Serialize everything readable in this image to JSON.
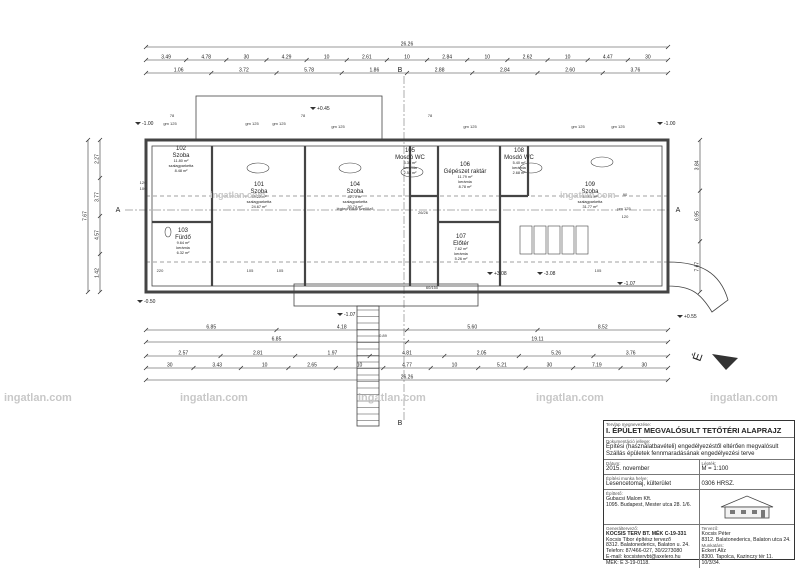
{
  "dims": {
    "top_row1": [
      "3.49",
      "4.78",
      "30",
      "4.29",
      "10",
      "2.61",
      "10",
      "2.84",
      "10",
      "2.62",
      "10",
      "4.47",
      "30"
    ],
    "top_total": "26.26",
    "top_row2": [
      "1.06",
      "3.72",
      "5.78",
      "1.86",
      "2.88",
      "2.84",
      "2.60",
      "3.76"
    ],
    "bottom_row1": [
      "6.85",
      "4.18",
      "5.60",
      "8.52"
    ],
    "bottom_row2": [
      "6.85",
      "19.11"
    ],
    "bottom_row3": [
      "2.57",
      "2.81",
      "1.97",
      "4.81",
      "2.05",
      "5.26",
      "3.76"
    ],
    "bottom_row4": [
      "30",
      "3.43",
      "10",
      "2.65",
      "10",
      "4.77",
      "10",
      "5.21",
      "30",
      "7.19",
      "30"
    ],
    "bottom_total": "26.26",
    "left_side": [
      "2.27",
      "3.77",
      "4.57",
      "1.42"
    ],
    "left_total": "7.67",
    "right_side": [
      "3.84",
      "6.95",
      "7.67"
    ],
    "levels": [
      "+0.45",
      "-1.00",
      "-1.00",
      "-0.50",
      "-1.07",
      "+3.08",
      "-3.08",
      "-1.07",
      "+0.55"
    ],
    "misc_labels": [
      "gm 125",
      "gm 125",
      "gm 125",
      "gm 125",
      "gm 125",
      "gm 125",
      "gm 125",
      "pm 125",
      "120",
      "100",
      "220",
      "90",
      "120",
      "105",
      "105",
      "105",
      "légtechnikai szellőző",
      "26/26",
      "78",
      "78",
      "78",
      "60/150",
      "0.89"
    ]
  },
  "rooms": [
    {
      "num": "102",
      "name": "Szoba",
      "floor": "szalagparketta",
      "area": "8.48 m²",
      "sub": "11.80 m²"
    },
    {
      "num": "101",
      "name": "Szoba",
      "floor": "szalagparketta",
      "area": "24.67 m²",
      "sub": "33.22 m²"
    },
    {
      "num": "104",
      "name": "Szoba",
      "floor": "szalagparketta",
      "area": "30.74 m²",
      "sub": "42.70 m²"
    },
    {
      "num": "105",
      "name": "Mosdó WC",
      "floor": "kerámia",
      "area": "2.52 m²",
      "sub": "3.35 m²"
    },
    {
      "num": "106",
      "name": "Gépészet raktár",
      "floor": "kerámia",
      "area": "8.78 m²",
      "sub": "11.79 m²"
    },
    {
      "num": "108",
      "name": "Mosdó WC",
      "floor": "kerámia",
      "area": "2.68 m²",
      "sub": "5.40 m²"
    },
    {
      "num": "109",
      "name": "Szoba",
      "floor": "szalagparketta",
      "area": "31.77 m²",
      "sub": "44.15 m²"
    },
    {
      "num": "103",
      "name": "Fürdő",
      "floor": "kerámia",
      "area": "6.32 m²",
      "sub": "9.64 m²"
    },
    {
      "num": "107",
      "name": "Előtér",
      "floor": "kerámia",
      "area": "5.26 m²",
      "sub": "7.62 m²"
    }
  ],
  "section_marks": [
    "A",
    "A",
    "B",
    "B"
  ],
  "watermarks": [
    "ingatlan.com",
    "ingatlan.com",
    "ingatlan.com",
    "ingatlan.com",
    "ingatlan.com",
    "ingatlan.com",
    "ingatlan.com"
  ],
  "title_block": {
    "label_tervlap": "Tervlap megnevezése:",
    "title": "I. ÉPÜLET MEGVALÓSULT TETŐTÉRI ALAPRAJZ",
    "label_dok": "Dokumentáció jellege:",
    "doc_1": "Építési (használatbavételi) engedélyezéstől eltérően megvalósult",
    "doc_2": "Szállás épületek fennmaradásának engedélyezési terve",
    "label_date": "Dátum:",
    "date": "2015. november",
    "label_scale": "Lépték:",
    "scale": "M = 1:100",
    "label_place": "Építési munka helye:",
    "place": "Lesencetomaj, külterület",
    "hrsz": "0306 HRSZ.",
    "label_owner": "Építtető:",
    "owner_1": "Gubacsi Malom Kft.",
    "owner_2": "1095. Budapest, Mester utca 28. 1/6.",
    "label_designer": "Generáltervező:",
    "designer_1": "KOCSIS TERV BT. MÉK C-19-331",
    "designer_2": "Kocsis Tibor építész tervező",
    "designer_3": "8312. Balatonederics, Balaton u. 24.",
    "designer_4": "Telefon: 87/466-027, 30/2273080",
    "designer_5": "E-mail: kocsistervbt@axelero.hu",
    "designer_6": "MÉK: É 3-19-0118.",
    "label_tervezo": "Tervező:",
    "tervezo_1": "Kocsis Péter",
    "tervezo_2": "8312. Balatonederics, Balaton utca 24.",
    "label_munkatars": "Munkatárs:",
    "munkatars_1": "Eckert Alíz",
    "munkatars_2": "8300. Tapolca, Kazinczy tér 11. 10/3/34."
  },
  "north_label": "É",
  "colors": {
    "line": "#333333",
    "wall": "#555555",
    "watermark": "#c8c8c8"
  }
}
